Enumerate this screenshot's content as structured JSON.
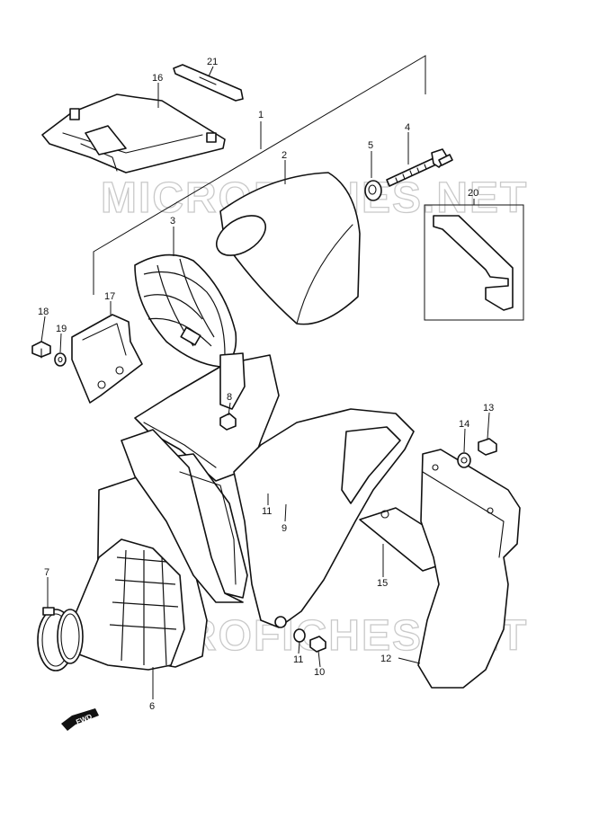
{
  "watermark": "MICROFICHES.NET",
  "fwd_label": "FWD",
  "callouts": [
    {
      "id": "1",
      "label": "1"
    },
    {
      "id": "2",
      "label": "2"
    },
    {
      "id": "3",
      "label": "3"
    },
    {
      "id": "4",
      "label": "4"
    },
    {
      "id": "5",
      "label": "5"
    },
    {
      "id": "6",
      "label": "6"
    },
    {
      "id": "7",
      "label": "7"
    },
    {
      "id": "8",
      "label": "8"
    },
    {
      "id": "9",
      "label": "9"
    },
    {
      "id": "10",
      "label": "10"
    },
    {
      "id": "11a",
      "label": "11"
    },
    {
      "id": "11b",
      "label": "11"
    },
    {
      "id": "12",
      "label": "12"
    },
    {
      "id": "13",
      "label": "13"
    },
    {
      "id": "14",
      "label": "14"
    },
    {
      "id": "15",
      "label": "15"
    },
    {
      "id": "16",
      "label": "16"
    },
    {
      "id": "17",
      "label": "17"
    },
    {
      "id": "18",
      "label": "18"
    },
    {
      "id": "19",
      "label": "19"
    },
    {
      "id": "20",
      "label": "20"
    },
    {
      "id": "21",
      "label": "21"
    }
  ]
}
